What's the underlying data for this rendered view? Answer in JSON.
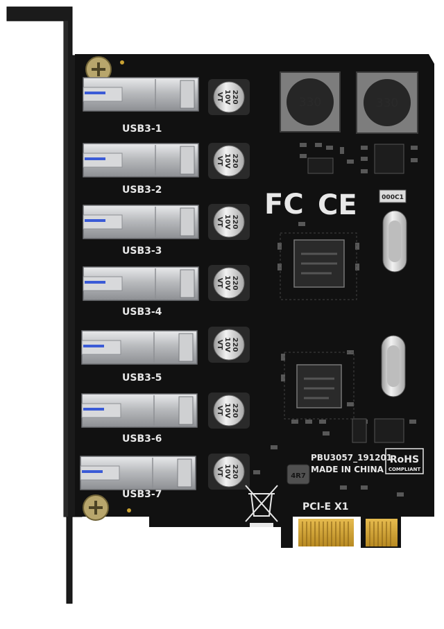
{
  "ports": [
    {
      "label": "USB3-1"
    },
    {
      "label": "USB3-2"
    },
    {
      "label": "USB3-3"
    },
    {
      "label": "USB3-4"
    },
    {
      "label": "USB3-5"
    },
    {
      "label": "USB3-6"
    },
    {
      "label": "USB3-7"
    }
  ],
  "capacitor": {
    "line1": "220",
    "line2": "10V",
    "line3": "VT"
  },
  "inductors": [
    {
      "label": "330"
    },
    {
      "label": "330"
    }
  ],
  "marks": {
    "fcc": "FC",
    "ce": "CE",
    "model": "PBU3057_191201",
    "made_in": "MADE IN CHINA",
    "rohs": "RoHS",
    "rohs_sub": "COMPLIANT",
    "interface": "PCI-E X1",
    "small_inductor": "4R7",
    "crystal_top": "000C1"
  },
  "colors": {
    "pcb": "#111111",
    "bracket": "#1b1b1b",
    "port_metal": "#bfc1c4",
    "gold": "#d6a534",
    "silkscreen": "#e8e8e8"
  }
}
